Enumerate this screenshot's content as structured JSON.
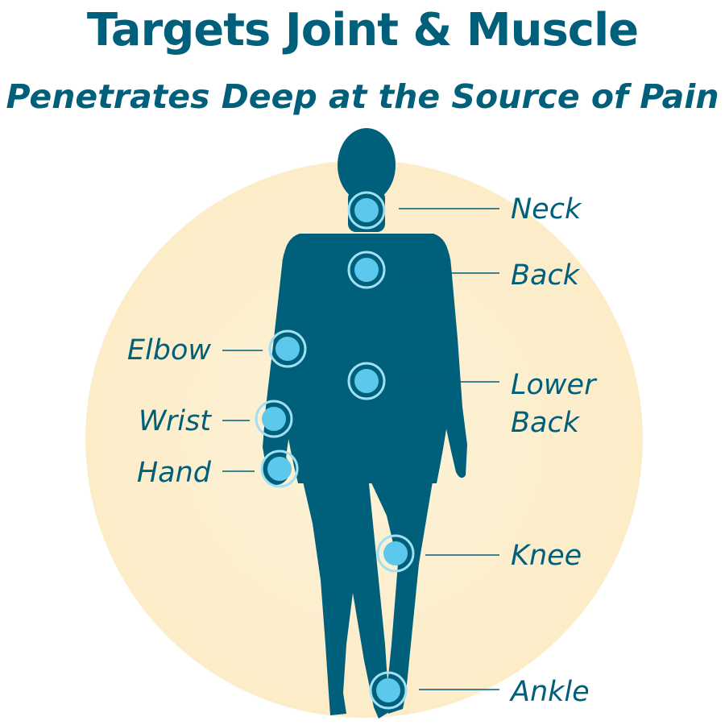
{
  "title": "Targets Joint & Muscle",
  "subtitle": "Penetrates Deep at the Source of Pain",
  "colors": {
    "primary": "#005f7a",
    "highlight": "#5bc8ec",
    "ring": "#9fe0f5",
    "background_circle": "#fcefcf"
  },
  "labels": {
    "neck": "Neck",
    "back": "Back",
    "lower_back_line1": "Lower",
    "lower_back_line2": "Back",
    "knee": "Knee",
    "ankle": "Ankle",
    "elbow": "Elbow",
    "wrist": "Wrist",
    "hand": "Hand"
  }
}
